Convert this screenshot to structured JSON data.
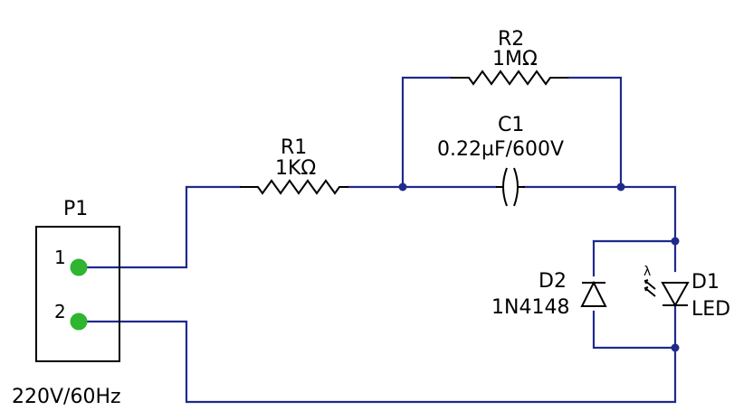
{
  "connector": {
    "ref": "P1",
    "pin1": "1",
    "pin2": "2",
    "rating": "220V/60Hz"
  },
  "r1": {
    "ref": "R1",
    "value": "1KΩ"
  },
  "r2": {
    "ref": "R2",
    "value": "1MΩ"
  },
  "c1": {
    "ref": "C1",
    "value": "0.22µF/600V"
  },
  "d2": {
    "ref": "D2",
    "value": "1N4148"
  },
  "d1": {
    "ref": "D1",
    "value": "LED"
  },
  "colors": {
    "wire": "#1f2a8c",
    "pin": "#2fb52f",
    "symbol": "#000000"
  }
}
